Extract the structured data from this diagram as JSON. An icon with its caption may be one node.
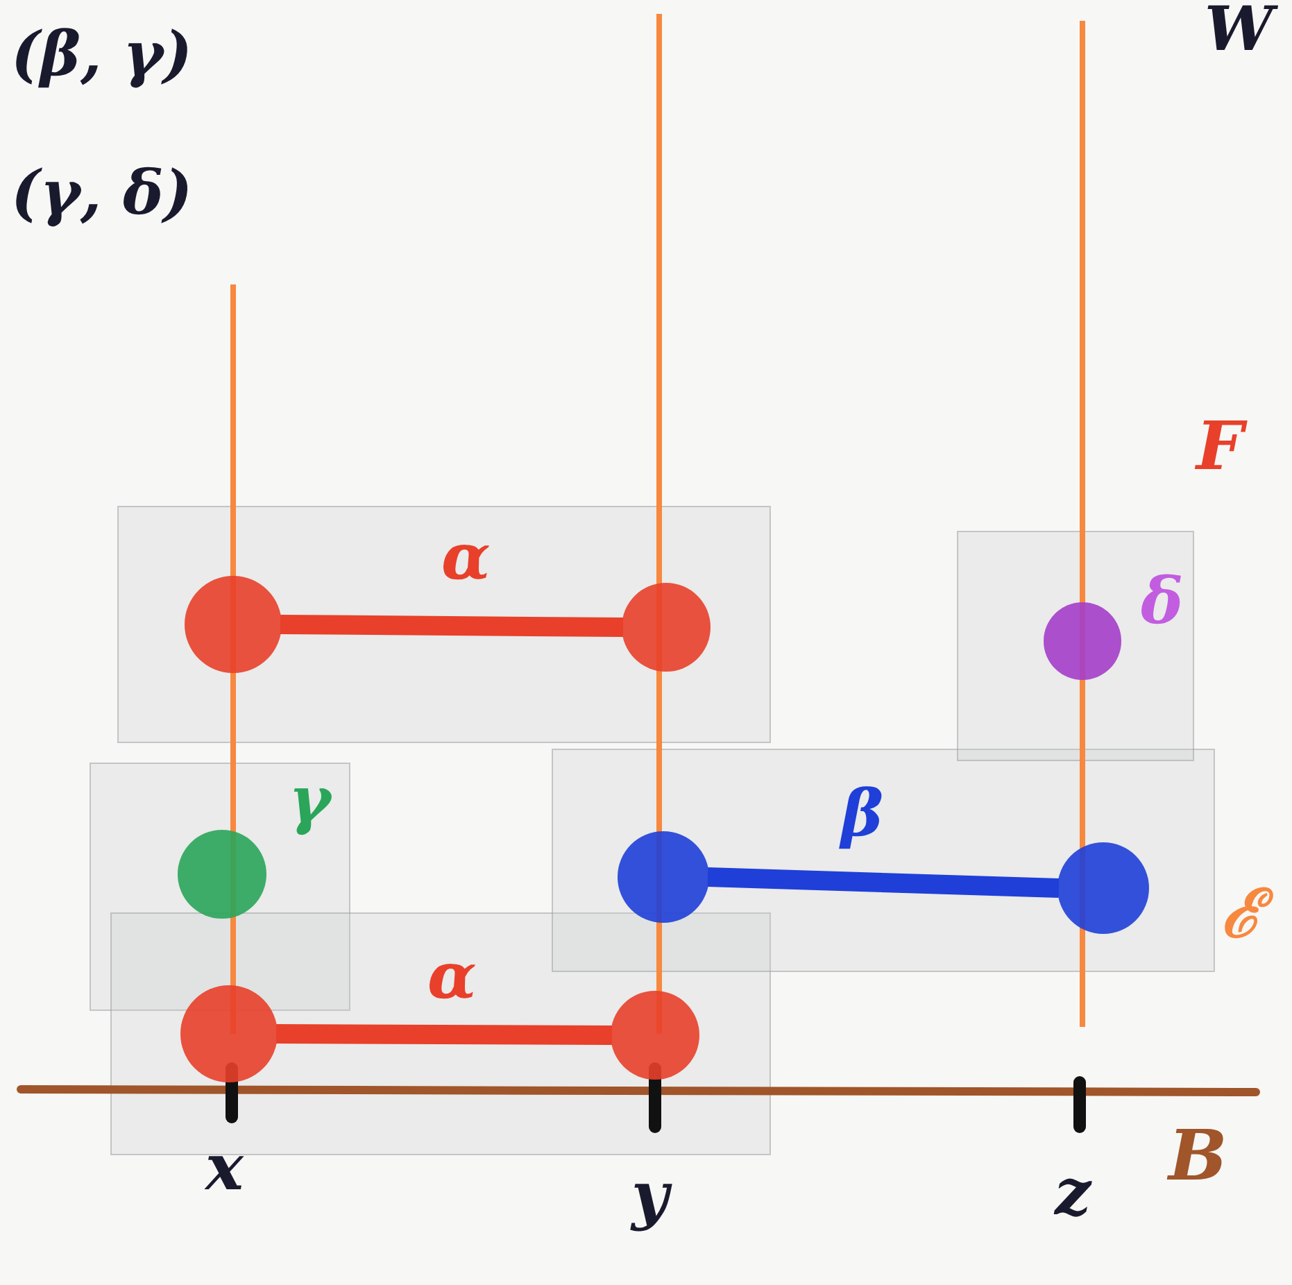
{
  "diagram": {
    "nodes": [
      {
        "text": [],
        "shape": "circle"
      },
      {
        "text": [],
        "shape": "circle"
      },
      {
        "text": [],
        "shape": "circle",
        "beside": [
          "γ"
        ]
      },
      {
        "text": [],
        "shape": "circle"
      },
      {
        "text": [],
        "shape": "circle"
      },
      {
        "text": [],
        "shape": "circle",
        "beside": [
          "δ"
        ]
      },
      {
        "text": [],
        "shape": "circle"
      },
      {
        "text": [],
        "shape": "circle"
      }
    ],
    "edges": [
      {
        "from": 0,
        "to": 1,
        "arrow": "none",
        "label": "α"
      },
      {
        "from": 3,
        "to": 4,
        "arrow": "none",
        "label": "β",
        "color": "#1f3fd8"
      },
      {
        "from": 6,
        "to": 7,
        "arrow": "none",
        "label": "α"
      }
    ],
    "labels": [
      "(β, γ)",
      "(γ, δ)",
      "W",
      "F",
      "ℰ",
      "x",
      "y",
      "z",
      "B"
    ]
  }
}
